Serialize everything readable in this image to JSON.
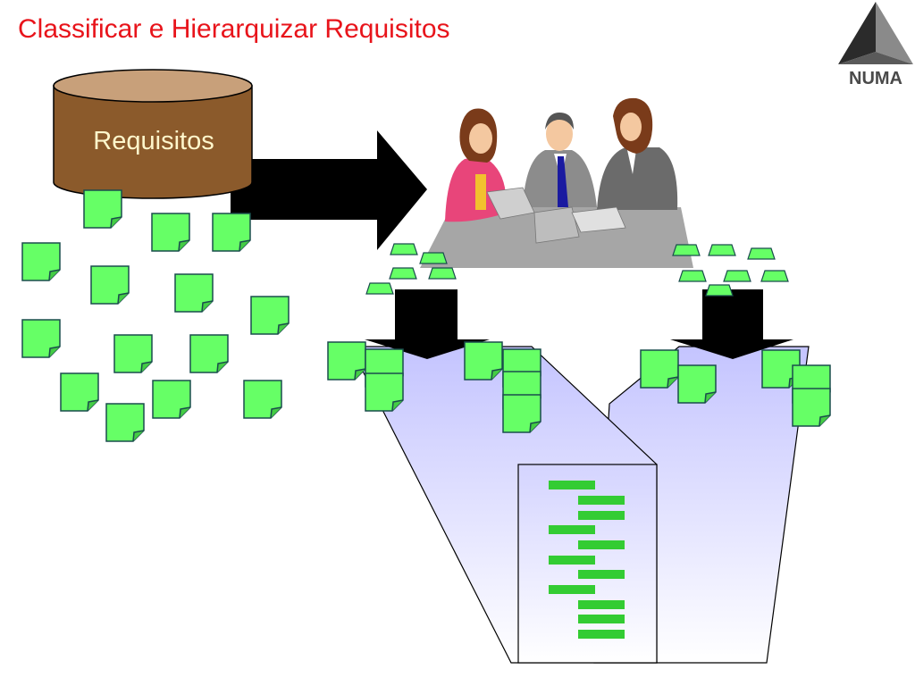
{
  "slide": {
    "title": "Classificar e Hierarquizar Requisitos"
  },
  "logo": {
    "text": "NUMA",
    "icon": "pyramid-logo-icon"
  },
  "database": {
    "label": "Requisitos",
    "icon": "cylinder-database-icon"
  },
  "illustration": {
    "icon": "meeting-people-icon"
  },
  "colors": {
    "title": "#e8141b",
    "note_fill": "#66ff66",
    "note_stroke": "#1a4d4d",
    "database_fill": "#8b5a2b",
    "database_top": "#c8a07a",
    "arrow": "#000000",
    "funnel_top": "#c8c8ff",
    "funnel_bottom": "#ffffff",
    "list_bar": "#33cc33",
    "table": "#a6a6a6"
  }
}
